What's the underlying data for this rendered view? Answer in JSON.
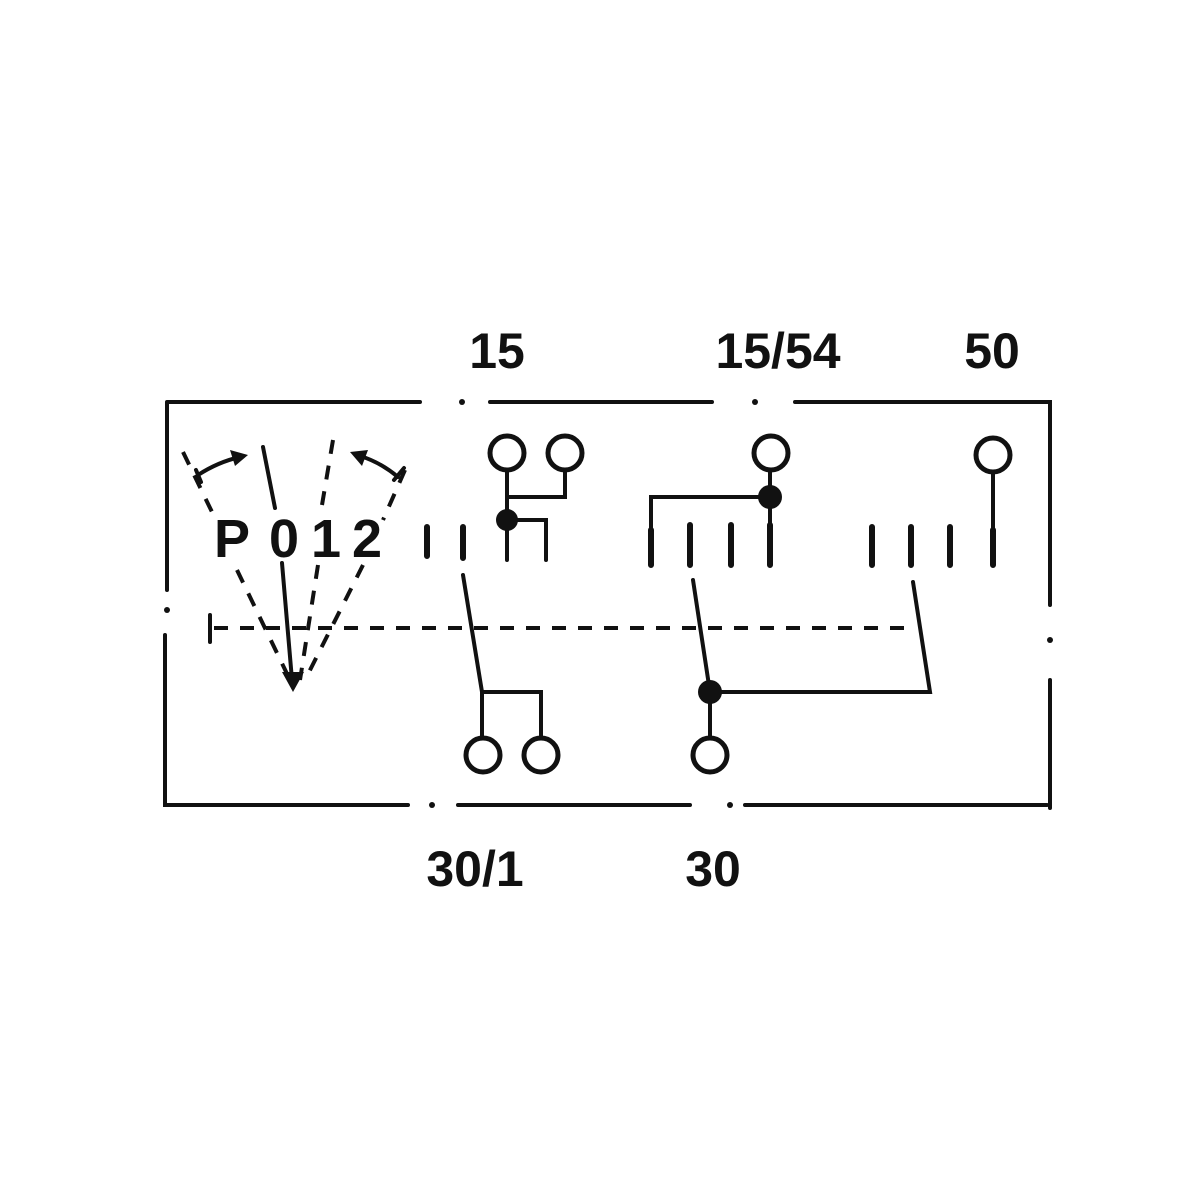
{
  "terminals": {
    "top": [
      "15",
      "15/54",
      "50"
    ],
    "bottom": [
      "30/1",
      "30"
    ]
  },
  "positions": [
    "P",
    "0",
    "1",
    "2"
  ],
  "colors": {
    "ink": "#111111",
    "background": "#ffffff"
  }
}
